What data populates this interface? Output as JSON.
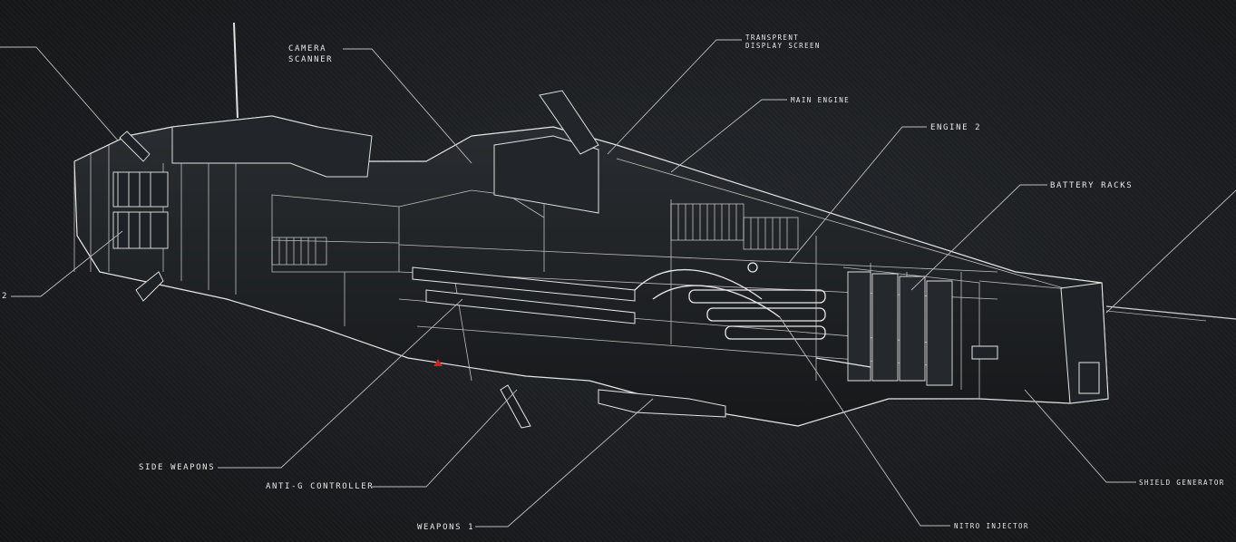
{
  "callouts": {
    "camera_scanner_line1": "CAMERA",
    "camera_scanner_line2": "SCANNER",
    "transparent_display_line1": "TRANSPRENT",
    "transparent_display_line2": "DISPLAY SCREEN",
    "main_engine": "MAIN ENGINE",
    "engine_2": "ENGINE 2",
    "battery_racks": "BATTERY RACKS",
    "left_cut_2": "2",
    "side_weapons": "SIDE WEAPONS",
    "anti_g_controller": "ANTI-G CONTROLLER",
    "weapons_1": "WEAPONS 1",
    "nitro_injector": "NITRO INJECTOR",
    "shield_generator": "SHIELD GENERATOR"
  },
  "colors": {
    "background": "#1b1d20",
    "wireframe": "#d8d8d8",
    "leader_line": "#bfbfbf",
    "warning_mark": "#d02020"
  }
}
